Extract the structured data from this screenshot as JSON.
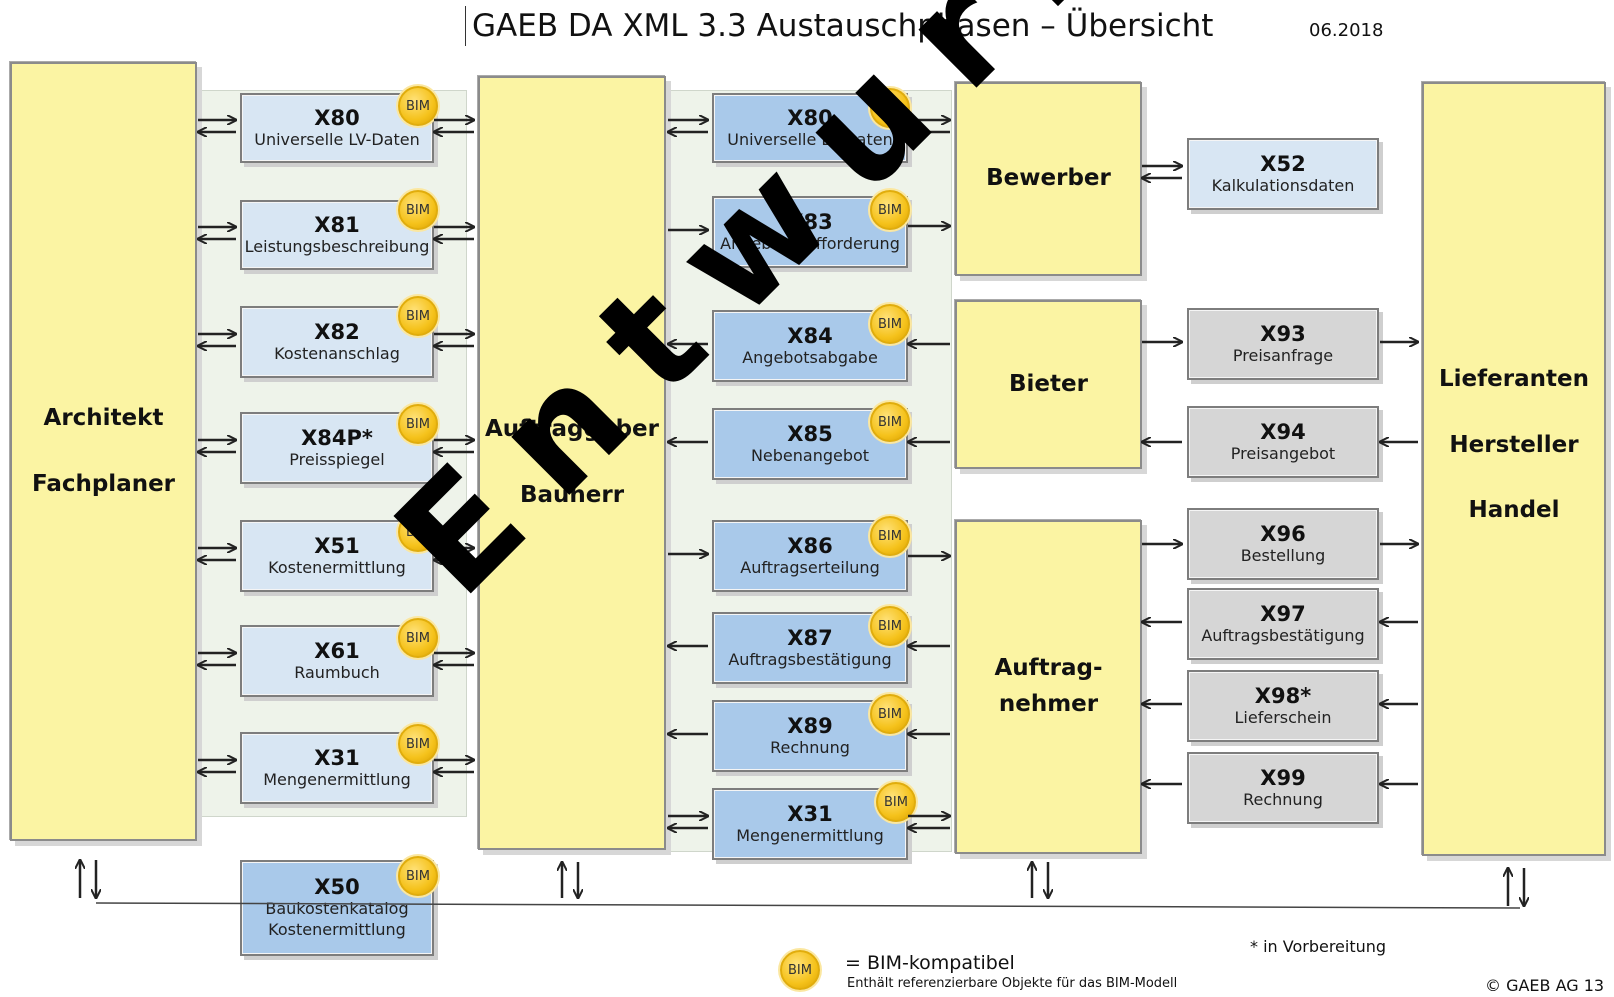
{
  "header": {
    "title": "GAEB DA XML 3.3 Austauschphasen – Übersicht",
    "date": "06.2018"
  },
  "badge_label": "BIM",
  "actors": {
    "architekt": [
      "Architekt",
      "Fachplaner"
    ],
    "auftraggeber": [
      "Auftraggeber",
      "Bauherr"
    ],
    "bewerber": [
      "Bewerber"
    ],
    "bieter": [
      "Bieter"
    ],
    "auftragnehmer": [
      "Auftrag-",
      "nehmer"
    ],
    "lieferanten": [
      "Lieferanten",
      "Hersteller",
      "Handel"
    ]
  },
  "col1": [
    {
      "code": "X80",
      "label": "Universelle LV-Daten"
    },
    {
      "code": "X81",
      "label": "Leistungsbeschreibung"
    },
    {
      "code": "X82",
      "label": "Kostenanschlag"
    },
    {
      "code": "X84P*",
      "label": "Preisspiegel"
    },
    {
      "code": "X51",
      "label": "Kostenermittlung"
    },
    {
      "code": "X61",
      "label": "Raumbuch"
    },
    {
      "code": "X31",
      "label": "Mengenermittlung"
    }
  ],
  "x50": {
    "code": "X50",
    "label1": "Baukostenkatalog",
    "label2": "Kostenermittlung"
  },
  "col2": [
    {
      "code": "X80",
      "label": "Universelle LV-Daten"
    },
    {
      "code": "X83",
      "label": "Angebotsaufforderung"
    },
    {
      "code": "X84",
      "label": "Angebotsabgabe"
    },
    {
      "code": "X85",
      "label": "Nebenangebot"
    },
    {
      "code": "X86",
      "label": "Auftragserteilung"
    },
    {
      "code": "X87",
      "label": "Auftragsbestätigung"
    },
    {
      "code": "X89",
      "label": "Rechnung"
    },
    {
      "code": "X31",
      "label": "Mengenermittlung"
    }
  ],
  "col3": [
    {
      "code": "X52",
      "label": "Kalkulationsdaten"
    },
    {
      "code": "X93",
      "label": "Preisanfrage"
    },
    {
      "code": "X94",
      "label": "Preisangebot"
    },
    {
      "code": "X96",
      "label": "Bestellung"
    },
    {
      "code": "X97",
      "label": "Auftragsbestätigung"
    },
    {
      "code": "X98*",
      "label": "Lieferschein"
    },
    {
      "code": "X99",
      "label": "Rechnung"
    }
  ],
  "watermark": "Entwurf",
  "footnote": "* in Vorbereitung",
  "legend": {
    "text": "= BIM-kompatibel",
    "sub": "Enthält referenzierbare Objekte für das BIM-Modell"
  },
  "copyright": "© GAEB AG 13",
  "colors": {
    "actor": "#fbf4a3",
    "light_blue": "#d8e6f3",
    "mid_blue": "#a9c9ea",
    "grey": "#d6d6d6",
    "badge": "#f5c21b"
  }
}
